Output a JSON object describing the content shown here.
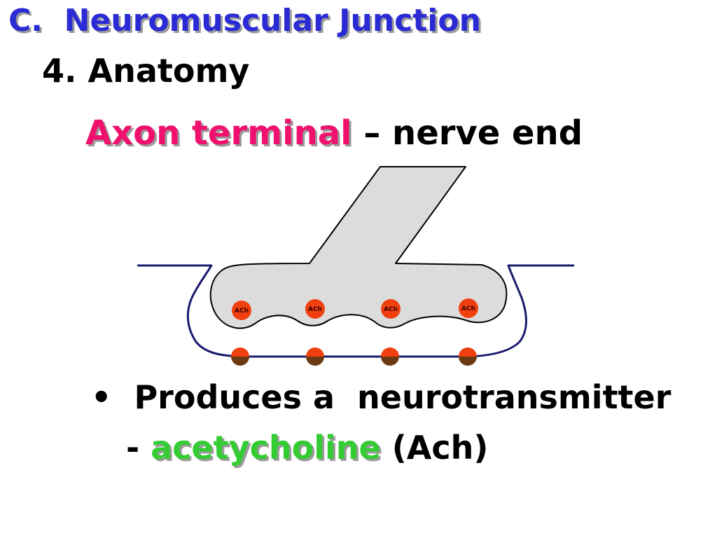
{
  "slide": {
    "title": "C.  Neuromuscular Junction",
    "subtitle": "4. Anatomy",
    "heading": {
      "term": "Axon terminal",
      "rest": " – nerve end"
    },
    "bullet": {
      "marker": "•",
      "line1": "Produces a  neurotransmitter",
      "line2_prefix": "- ",
      "term": "acetycholine",
      "line2_suffix": " (Ach)"
    }
  },
  "diagram": {
    "vesicle_labels": [
      "ACh",
      "ACh",
      "ACh",
      "ACh"
    ],
    "colors": {
      "terminal_fill": "#dcdcdc",
      "membrane": "#1a1a6e",
      "vesicle": "#f04010",
      "receptor_top": "#f04010",
      "receptor_bottom": "#6b3a10",
      "title_blue": "#2b2bd6",
      "term_pink": "#f0106e",
      "term_green": "#33cc33"
    }
  }
}
